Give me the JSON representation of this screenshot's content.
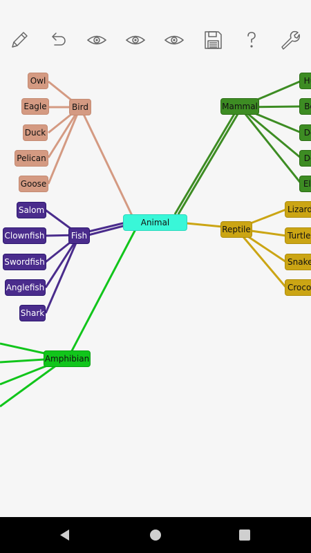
{
  "toolbar": {
    "icons": [
      "pencil-icon",
      "undo-icon",
      "eye-icon",
      "eye-icon",
      "eye-icon",
      "save-icon",
      "help-icon",
      "wrench-icon"
    ]
  },
  "mindmap": {
    "root": "Animal",
    "bird": {
      "label": "Bird",
      "children": [
        "Owl",
        "Eagle",
        "Duck",
        "Pelican",
        "Goose"
      ]
    },
    "fish": {
      "label": "Fish",
      "children": [
        "Salom",
        "Clownfish",
        "Swordfish",
        "Anglefish",
        "Shark"
      ]
    },
    "mammal": {
      "label": "Mammal",
      "children": [
        "Hu",
        "Be",
        "De",
        "Do",
        "Ele"
      ]
    },
    "reptile": {
      "label": "Reptile",
      "children": [
        "Lizard",
        "Turtle",
        "Snake",
        "Crocod"
      ]
    },
    "amphibian": {
      "label": "Amphibian"
    }
  },
  "colors": {
    "bird": "#d49a82",
    "fish": "#4a2c8c",
    "mammal": "#3d8c23",
    "reptile": "#cba514",
    "amphibian": "#11c51b",
    "root": "#39f7d8"
  },
  "navbar": {
    "icons": [
      "back-icon",
      "home-icon",
      "recents-icon"
    ]
  }
}
